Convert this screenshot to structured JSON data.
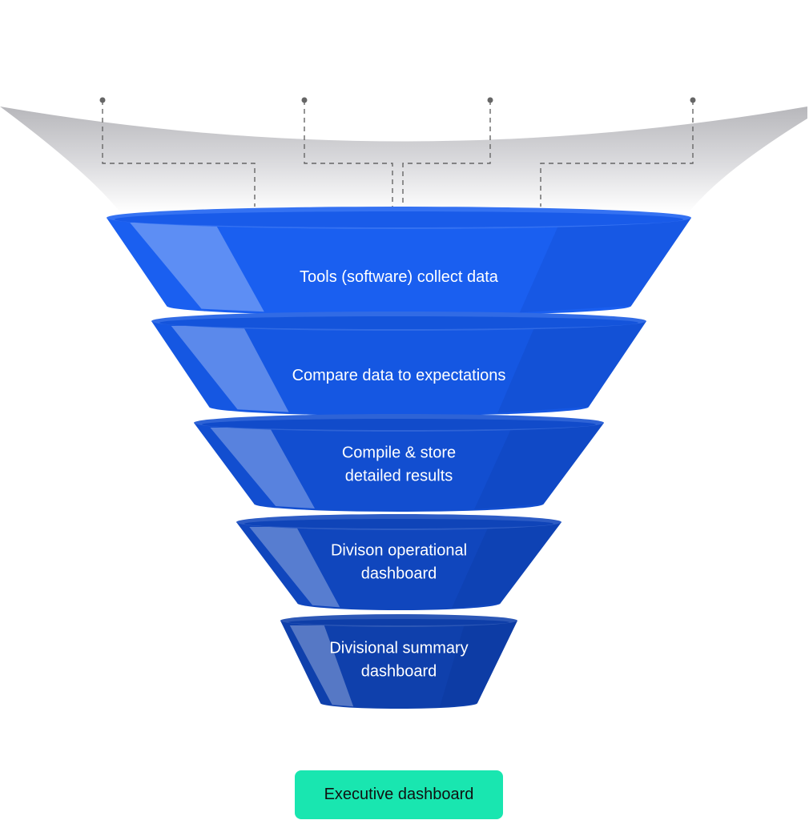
{
  "colors": {
    "stage_1": "#1a5ff0",
    "stage_2": "#1557e2",
    "stage_3": "#124ed0",
    "stage_4": "#1046bd",
    "stage_5": "#0f40ac",
    "output_button": "#19e6b0",
    "connector": "#666666"
  },
  "stages": [
    {
      "label_lines": [
        "Tools (software) collect data"
      ]
    },
    {
      "label_lines": [
        "Compare data to expectations"
      ]
    },
    {
      "label_lines": [
        "Compile & store",
        "detailed results"
      ]
    },
    {
      "label_lines": [
        "Divison operational",
        "dashboard"
      ]
    },
    {
      "label_lines": [
        "Divisional summary",
        "dashboard"
      ]
    }
  ],
  "output": {
    "label": "Executive dashboard"
  }
}
